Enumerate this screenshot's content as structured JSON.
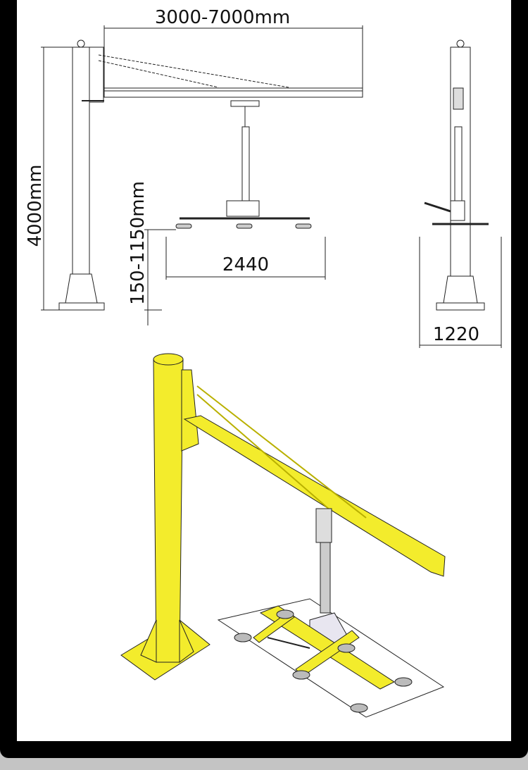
{
  "dimensions": {
    "span": "3000-7000mm",
    "height": "4000mm",
    "lift_range": "150-1150mm",
    "frame_length": "2440",
    "frame_width": "1220"
  },
  "colors": {
    "frame": "#000000",
    "sheet": "#ffffff",
    "crane_yellow": "#f3ec2c",
    "background": "#c4c4c4"
  }
}
